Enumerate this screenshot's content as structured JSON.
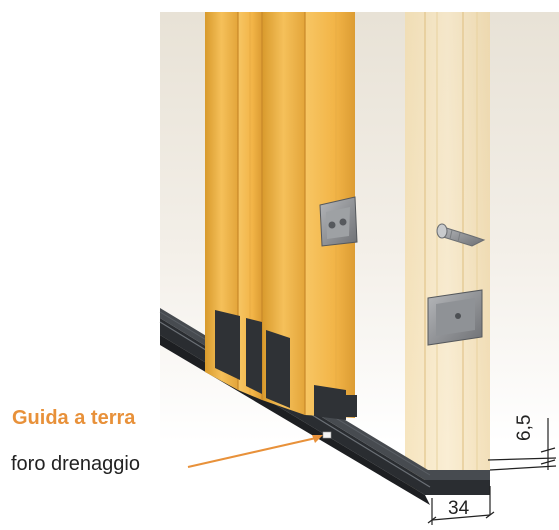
{
  "labels": {
    "title": "Guida a terra",
    "drain": "foro drenaggio"
  },
  "dimensions": {
    "height": "6,5",
    "width": "34"
  },
  "colors": {
    "accent": "#e8913a",
    "frame_wood": "#f3b94b",
    "rail": "#2e3236",
    "bracket": "#8d8f92",
    "background_wall": "#ece7dc"
  },
  "icons": {
    "anchor": "wall-plug-anchor-icon",
    "bracket": "mounting-bracket-icon",
    "clip": "door-handle-clip-icon"
  }
}
